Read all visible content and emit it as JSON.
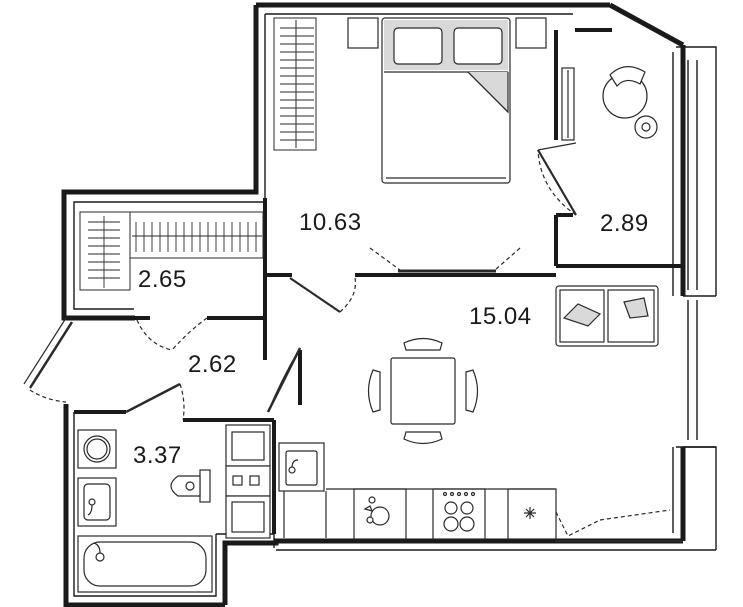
{
  "plan": {
    "rooms": [
      {
        "id": "bedroom",
        "area": "10.63"
      },
      {
        "id": "balcony",
        "area": "2.89"
      },
      {
        "id": "wardrobe",
        "area": "2.65"
      },
      {
        "id": "living-kitchen",
        "area": "15.04"
      },
      {
        "id": "hallway",
        "area": "2.62"
      },
      {
        "id": "bathroom",
        "area": "3.37"
      }
    ]
  },
  "colors": {
    "wall": "#1a1a1a",
    "line": "#2a2a2a",
    "fill_light": "#d9d9d9",
    "background": "#ffffff"
  }
}
